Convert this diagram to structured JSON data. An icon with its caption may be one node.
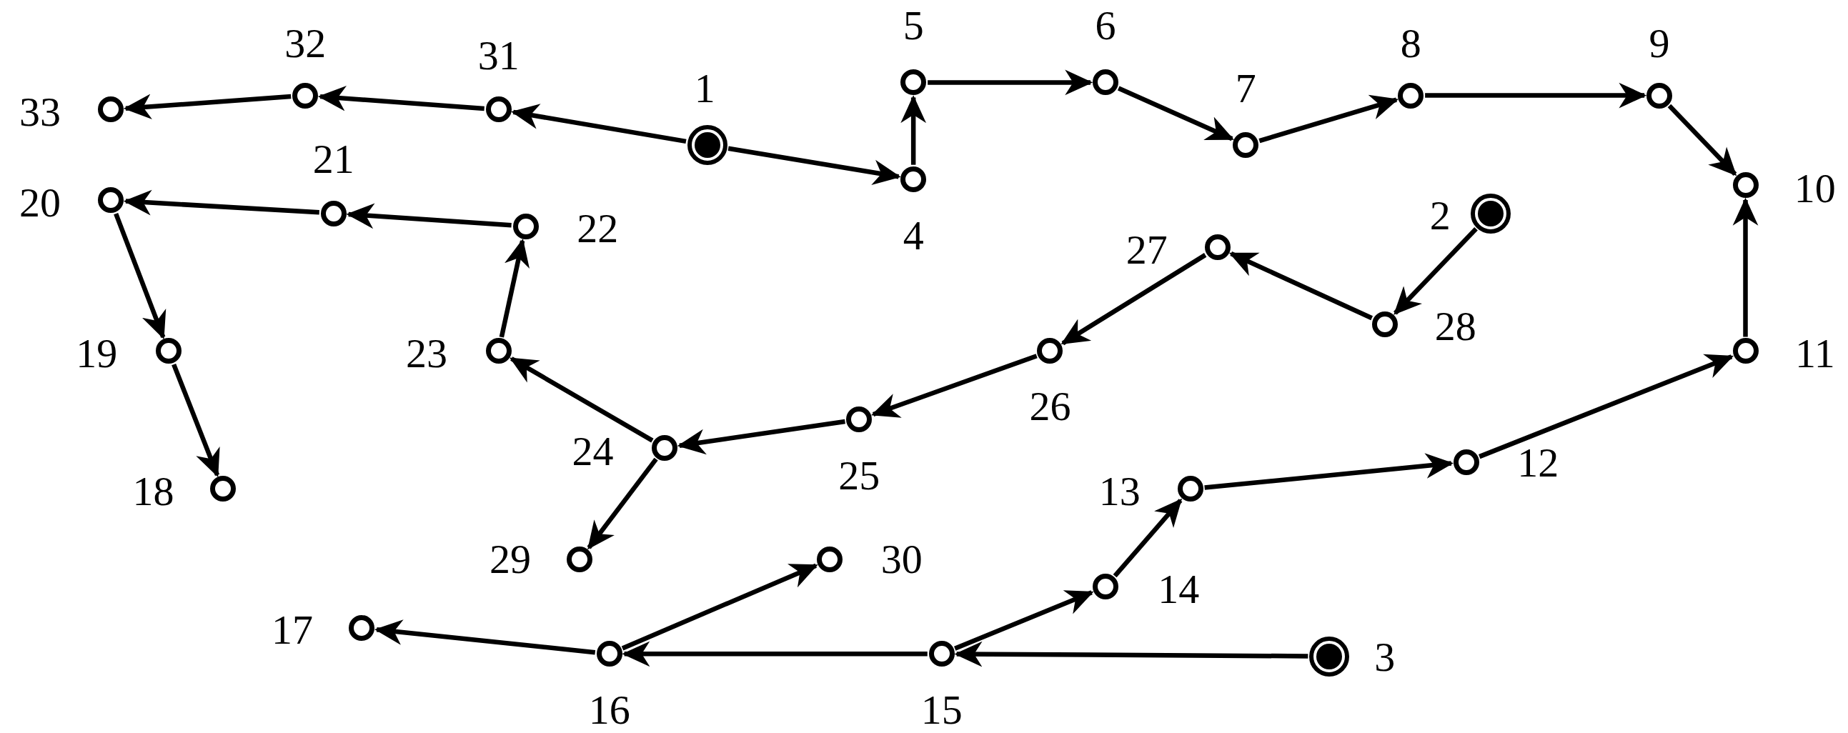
{
  "diagram": {
    "nodes": [
      {
        "text": [],
        "shape": "target",
        "beside": [
          "1"
        ]
      },
      {
        "text": [],
        "shape": "target",
        "beside": [
          "2"
        ]
      },
      {
        "text": [],
        "shape": "target",
        "beside": [
          "3"
        ]
      },
      {
        "text": [],
        "shape": "circle",
        "beside": [
          "4"
        ]
      },
      {
        "text": [],
        "shape": "circle",
        "beside": [
          "5"
        ]
      },
      {
        "text": [],
        "shape": "circle",
        "beside": [
          "6"
        ]
      },
      {
        "text": [],
        "shape": "circle",
        "beside": [
          "7"
        ]
      },
      {
        "text": [],
        "shape": "circle",
        "beside": [
          "8"
        ]
      },
      {
        "text": [],
        "shape": "circle",
        "beside": [
          "9"
        ]
      },
      {
        "text": [],
        "shape": "circle",
        "beside": [
          "10"
        ]
      },
      {
        "text": [],
        "shape": "circle",
        "beside": [
          "11"
        ]
      },
      {
        "text": [],
        "shape": "circle",
        "beside": [
          "12"
        ]
      },
      {
        "text": [],
        "shape": "circle",
        "beside": [
          "13"
        ]
      },
      {
        "text": [],
        "shape": "circle",
        "beside": [
          "14"
        ]
      },
      {
        "text": [],
        "shape": "circle",
        "beside": [
          "15"
        ]
      },
      {
        "text": [],
        "shape": "circle",
        "beside": [
          "16"
        ]
      },
      {
        "text": [],
        "shape": "circle",
        "beside": [
          "17"
        ]
      },
      {
        "text": [],
        "shape": "circle",
        "beside": [
          "18"
        ]
      },
      {
        "text": [],
        "shape": "circle",
        "beside": [
          "19"
        ]
      },
      {
        "text": [],
        "shape": "circle",
        "beside": [
          "20"
        ]
      },
      {
        "text": [],
        "shape": "circle",
        "beside": [
          "21"
        ]
      },
      {
        "text": [],
        "shape": "circle",
        "beside": [
          "22"
        ]
      },
      {
        "text": [],
        "shape": "circle",
        "beside": [
          "23"
        ]
      },
      {
        "text": [],
        "shape": "circle",
        "beside": [
          "24"
        ]
      },
      {
        "text": [],
        "shape": "circle",
        "beside": [
          "25"
        ]
      },
      {
        "text": [],
        "shape": "circle",
        "beside": [
          "26"
        ]
      },
      {
        "text": [],
        "shape": "circle",
        "beside": [
          "27"
        ]
      },
      {
        "text": [],
        "shape": "circle",
        "beside": [
          "28"
        ]
      },
      {
        "text": [],
        "shape": "circle",
        "beside": [
          "29"
        ]
      },
      {
        "text": [],
        "shape": "circle",
        "beside": [
          "30"
        ]
      },
      {
        "text": [],
        "shape": "circle",
        "beside": [
          "31"
        ]
      },
      {
        "text": [],
        "shape": "circle",
        "beside": [
          "32"
        ]
      },
      {
        "text": [],
        "shape": "circle",
        "beside": [
          "33"
        ]
      }
    ],
    "edges": [
      {
        "from": 0,
        "to": 30,
        "arrow": "to"
      },
      {
        "from": 30,
        "to": 31,
        "arrow": "to"
      },
      {
        "from": 31,
        "to": 32,
        "arrow": "to"
      },
      {
        "from": 0,
        "to": 3,
        "arrow": "to"
      },
      {
        "from": 3,
        "to": 4,
        "arrow": "to"
      },
      {
        "from": 4,
        "to": 5,
        "arrow": "to"
      },
      {
        "from": 5,
        "to": 6,
        "arrow": "to"
      },
      {
        "from": 6,
        "to": 7,
        "arrow": "to"
      },
      {
        "from": 7,
        "to": 8,
        "arrow": "to"
      },
      {
        "from": 8,
        "to": 9,
        "arrow": "to"
      },
      {
        "from": 10,
        "to": 9,
        "arrow": "to"
      },
      {
        "from": 11,
        "to": 10,
        "arrow": "to"
      },
      {
        "from": 12,
        "to": 11,
        "arrow": "to"
      },
      {
        "from": 13,
        "to": 12,
        "arrow": "to"
      },
      {
        "from": 14,
        "to": 13,
        "arrow": "to"
      },
      {
        "from": 2,
        "to": 14,
        "arrow": "to"
      },
      {
        "from": 14,
        "to": 15,
        "arrow": "to"
      },
      {
        "from": 15,
        "to": 16,
        "arrow": "to"
      },
      {
        "from": 15,
        "to": 29,
        "arrow": "to"
      },
      {
        "from": 1,
        "to": 27,
        "arrow": "to"
      },
      {
        "from": 27,
        "to": 26,
        "arrow": "to"
      },
      {
        "from": 26,
        "to": 25,
        "arrow": "to"
      },
      {
        "from": 25,
        "to": 24,
        "arrow": "to"
      },
      {
        "from": 24,
        "to": 23,
        "arrow": "to"
      },
      {
        "from": 23,
        "to": 22,
        "arrow": "to"
      },
      {
        "from": 23,
        "to": 28,
        "arrow": "to"
      },
      {
        "from": 22,
        "to": 21,
        "arrow": "to"
      },
      {
        "from": 21,
        "to": 20,
        "arrow": "to"
      },
      {
        "from": 20,
        "to": 19,
        "arrow": "to"
      },
      {
        "from": 19,
        "to": 18,
        "arrow": "to"
      },
      {
        "from": 18,
        "to": 17,
        "arrow": "to"
      }
    ]
  }
}
